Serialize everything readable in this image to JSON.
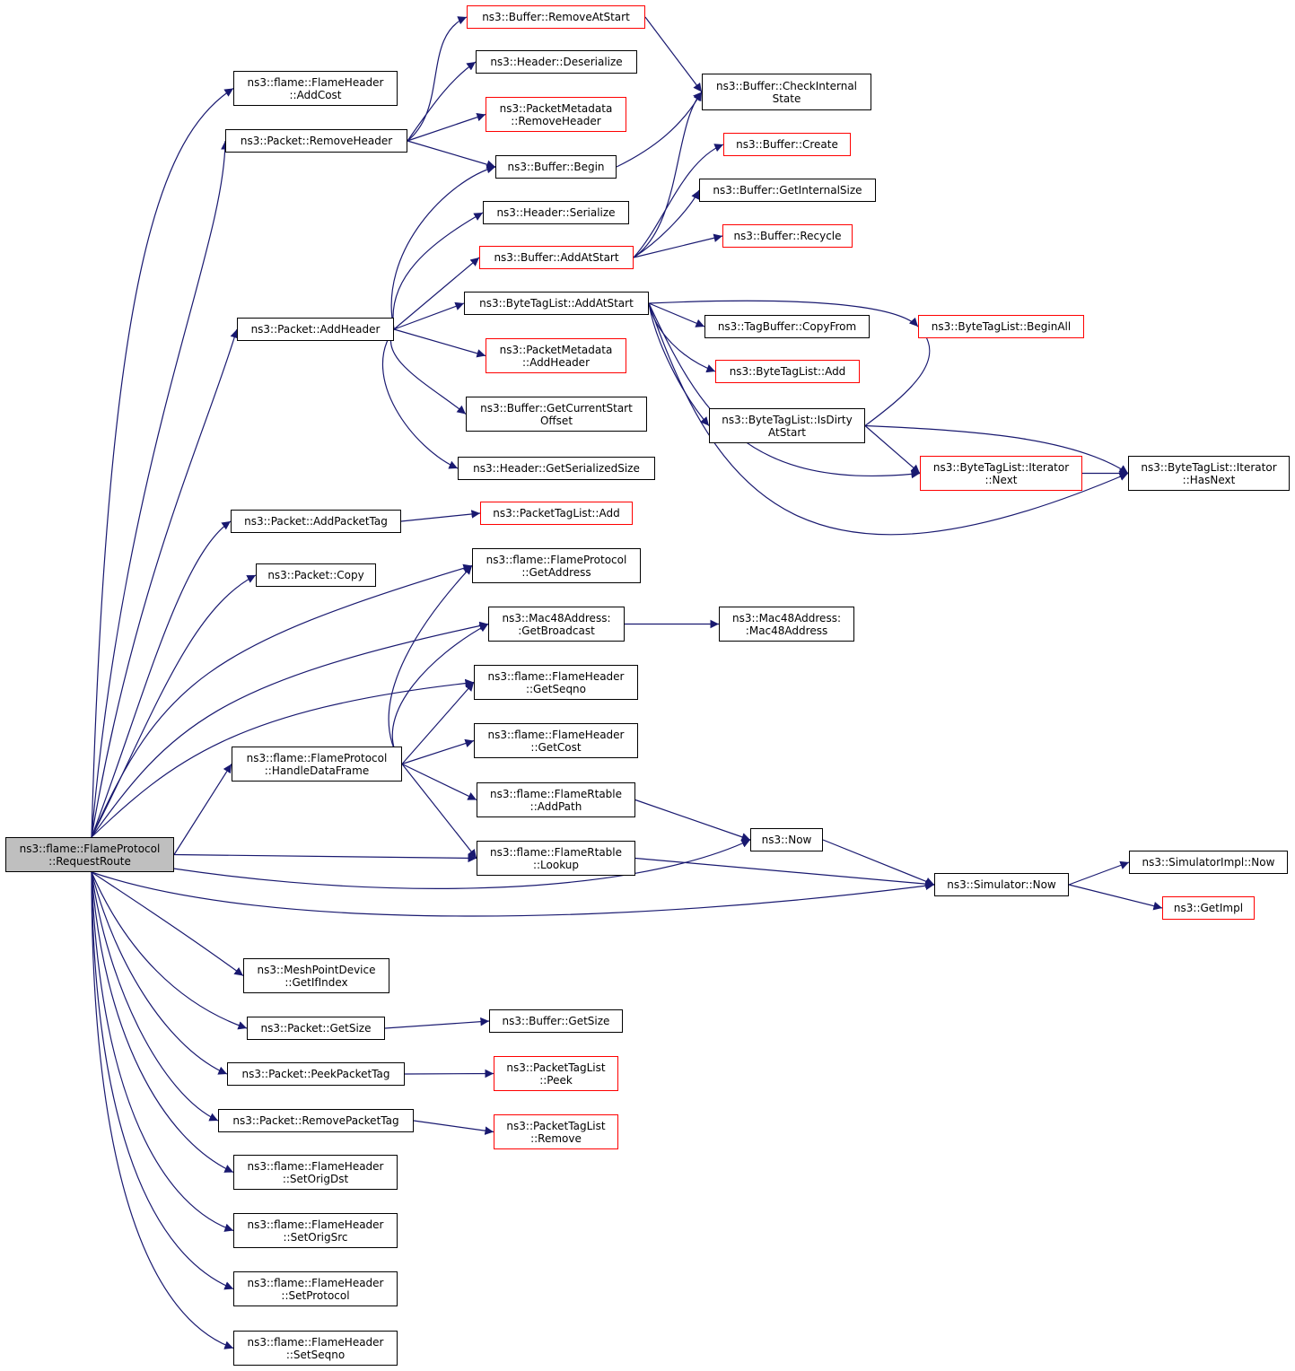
{
  "colors": {
    "edge": "#191970",
    "border": "#000000",
    "border_incomplete": "#ff0000",
    "root_fill": "#bfbfbf"
  },
  "nodes": [
    {
      "id": "root",
      "lines": [
        "ns3::flame::FlameProtocol",
        "::RequestRoute"
      ],
      "style": "root"
    },
    {
      "id": "fh_addcost",
      "lines": [
        "ns3::flame::FlameHeader",
        "::AddCost"
      ]
    },
    {
      "id": "pkt_removeheader",
      "lines": [
        "ns3::Packet::RemoveHeader"
      ]
    },
    {
      "id": "pkt_addheader",
      "lines": [
        "ns3::Packet::AddHeader"
      ]
    },
    {
      "id": "pkt_addpackettag",
      "lines": [
        "ns3::Packet::AddPacketTag"
      ]
    },
    {
      "id": "pkt_copy",
      "lines": [
        "ns3::Packet::Copy"
      ]
    },
    {
      "id": "fp_handledataframe",
      "lines": [
        "ns3::flame::FlameProtocol",
        "::HandleDataFrame"
      ]
    },
    {
      "id": "mpd_getifindex",
      "lines": [
        "ns3::MeshPointDevice",
        "::GetIfIndex"
      ]
    },
    {
      "id": "pkt_getsize",
      "lines": [
        "ns3::Packet::GetSize"
      ]
    },
    {
      "id": "pkt_peekpackettag",
      "lines": [
        "ns3::Packet::PeekPacketTag"
      ]
    },
    {
      "id": "pkt_removepackettag",
      "lines": [
        "ns3::Packet::RemovePacketTag"
      ]
    },
    {
      "id": "fh_setorigdst",
      "lines": [
        "ns3::flame::FlameHeader",
        "::SetOrigDst"
      ]
    },
    {
      "id": "fh_setorigsrc",
      "lines": [
        "ns3::flame::FlameHeader",
        "::SetOrigSrc"
      ]
    },
    {
      "id": "fh_setprotocol",
      "lines": [
        "ns3::flame::FlameHeader",
        "::SetProtocol"
      ]
    },
    {
      "id": "fh_setseqno",
      "lines": [
        "ns3::flame::FlameHeader",
        "::SetSeqno"
      ]
    },
    {
      "id": "buf_removeatstart",
      "lines": [
        "ns3::Buffer::RemoveAtStart"
      ],
      "style": "red"
    },
    {
      "id": "hdr_deserialize",
      "lines": [
        "ns3::Header::Deserialize"
      ]
    },
    {
      "id": "pm_removeheader",
      "lines": [
        "ns3::PacketMetadata",
        "::RemoveHeader"
      ],
      "style": "red"
    },
    {
      "id": "buf_begin",
      "lines": [
        "ns3::Buffer::Begin"
      ]
    },
    {
      "id": "hdr_serialize",
      "lines": [
        "ns3::Header::Serialize"
      ]
    },
    {
      "id": "buf_addatstart",
      "lines": [
        "ns3::Buffer::AddAtStart"
      ],
      "style": "red"
    },
    {
      "id": "btl_addatstart",
      "lines": [
        "ns3::ByteTagList::AddAtStart"
      ]
    },
    {
      "id": "pm_addheader",
      "lines": [
        "ns3::PacketMetadata",
        "::AddHeader"
      ],
      "style": "red"
    },
    {
      "id": "buf_getcurrentstartoffset",
      "lines": [
        "ns3::Buffer::GetCurrentStart",
        "Offset"
      ]
    },
    {
      "id": "hdr_getserializedsize",
      "lines": [
        "ns3::Header::GetSerializedSize"
      ]
    },
    {
      "id": "ptl_add",
      "lines": [
        "ns3::PacketTagList::Add"
      ],
      "style": "red"
    },
    {
      "id": "fp_getaddress",
      "lines": [
        "ns3::flame::FlameProtocol",
        "::GetAddress"
      ]
    },
    {
      "id": "mac_getbroadcast",
      "lines": [
        "ns3::Mac48Address:",
        ":GetBroadcast"
      ]
    },
    {
      "id": "fh_getseqno",
      "lines": [
        "ns3::flame::FlameHeader",
        "::GetSeqno"
      ]
    },
    {
      "id": "fh_getcost",
      "lines": [
        "ns3::flame::FlameHeader",
        "::GetCost"
      ]
    },
    {
      "id": "frt_addpath",
      "lines": [
        "ns3::flame::FlameRtable",
        "::AddPath"
      ]
    },
    {
      "id": "frt_lookup",
      "lines": [
        "ns3::flame::FlameRtable",
        "::Lookup"
      ]
    },
    {
      "id": "buf_getsize",
      "lines": [
        "ns3::Buffer::GetSize"
      ]
    },
    {
      "id": "ptl_peek",
      "lines": [
        "ns3::PacketTagList",
        "::Peek"
      ],
      "style": "red"
    },
    {
      "id": "ptl_remove",
      "lines": [
        "ns3::PacketTagList",
        "::Remove"
      ],
      "style": "red"
    },
    {
      "id": "buf_checkinternalstate",
      "lines": [
        "ns3::Buffer::CheckInternal",
        "State"
      ]
    },
    {
      "id": "buf_create",
      "lines": [
        "ns3::Buffer::Create"
      ],
      "style": "red"
    },
    {
      "id": "buf_getinternalsize",
      "lines": [
        "ns3::Buffer::GetInternalSize"
      ]
    },
    {
      "id": "buf_recycle",
      "lines": [
        "ns3::Buffer::Recycle"
      ],
      "style": "red"
    },
    {
      "id": "tb_copyfrom",
      "lines": [
        "ns3::TagBuffer::CopyFrom"
      ]
    },
    {
      "id": "btl_add",
      "lines": [
        "ns3::ByteTagList::Add"
      ],
      "style": "red"
    },
    {
      "id": "btl_isdirtyatstart",
      "lines": [
        "ns3::ByteTagList::IsDirty",
        "AtStart"
      ]
    },
    {
      "id": "mac_mac48address",
      "lines": [
        "ns3::Mac48Address:",
        ":Mac48Address"
      ]
    },
    {
      "id": "ns3_now",
      "lines": [
        "ns3::Now"
      ]
    },
    {
      "id": "btl_beginall",
      "lines": [
        "ns3::ByteTagList::BeginAll"
      ],
      "style": "red"
    },
    {
      "id": "btl_iter_next",
      "lines": [
        "ns3::ByteTagList::Iterator",
        "::Next"
      ],
      "style": "red"
    },
    {
      "id": "sim_now",
      "lines": [
        "ns3::Simulator::Now"
      ]
    },
    {
      "id": "btl_iter_hasnext",
      "lines": [
        "ns3::ByteTagList::Iterator",
        "::HasNext"
      ]
    },
    {
      "id": "simimpl_now",
      "lines": [
        "ns3::SimulatorImpl::Now"
      ]
    },
    {
      "id": "ns3_getimpl",
      "lines": [
        "ns3::GetImpl"
      ],
      "style": "red"
    }
  ],
  "edges": [
    {
      "from": "root",
      "to": "fh_addcost"
    },
    {
      "from": "root",
      "to": "pkt_removeheader"
    },
    {
      "from": "root",
      "to": "pkt_addheader"
    },
    {
      "from": "root",
      "to": "pkt_addpackettag"
    },
    {
      "from": "root",
      "to": "pkt_copy"
    },
    {
      "from": "root",
      "to": "fp_getaddress"
    },
    {
      "from": "root",
      "to": "mac_getbroadcast"
    },
    {
      "from": "root",
      "to": "fh_getseqno"
    },
    {
      "from": "root",
      "to": "fp_handledataframe"
    },
    {
      "from": "root",
      "to": "frt_lookup"
    },
    {
      "from": "root",
      "to": "ns3_now"
    },
    {
      "from": "root",
      "to": "sim_now"
    },
    {
      "from": "root",
      "to": "mpd_getifindex"
    },
    {
      "from": "root",
      "to": "pkt_getsize"
    },
    {
      "from": "root",
      "to": "pkt_peekpackettag"
    },
    {
      "from": "root",
      "to": "pkt_removepackettag"
    },
    {
      "from": "root",
      "to": "fh_setorigdst"
    },
    {
      "from": "root",
      "to": "fh_setorigsrc"
    },
    {
      "from": "root",
      "to": "fh_setprotocol"
    },
    {
      "from": "root",
      "to": "fh_setseqno"
    },
    {
      "from": "pkt_removeheader",
      "to": "buf_removeatstart"
    },
    {
      "from": "pkt_removeheader",
      "to": "hdr_deserialize"
    },
    {
      "from": "pkt_removeheader",
      "to": "pm_removeheader"
    },
    {
      "from": "pkt_removeheader",
      "to": "buf_begin"
    },
    {
      "from": "pkt_addheader",
      "to": "buf_begin"
    },
    {
      "from": "pkt_addheader",
      "to": "hdr_serialize"
    },
    {
      "from": "pkt_addheader",
      "to": "buf_addatstart"
    },
    {
      "from": "pkt_addheader",
      "to": "btl_addatstart"
    },
    {
      "from": "pkt_addheader",
      "to": "pm_addheader"
    },
    {
      "from": "pkt_addheader",
      "to": "buf_getcurrentstartoffset"
    },
    {
      "from": "pkt_addheader",
      "to": "hdr_getserializedsize"
    },
    {
      "from": "pkt_addpackettag",
      "to": "ptl_add"
    },
    {
      "from": "fp_handledataframe",
      "to": "fp_getaddress"
    },
    {
      "from": "fp_handledataframe",
      "to": "mac_getbroadcast"
    },
    {
      "from": "fp_handledataframe",
      "to": "fh_getseqno"
    },
    {
      "from": "fp_handledataframe",
      "to": "fh_getcost"
    },
    {
      "from": "fp_handledataframe",
      "to": "frt_addpath"
    },
    {
      "from": "fp_handledataframe",
      "to": "frt_lookup"
    },
    {
      "from": "pkt_getsize",
      "to": "buf_getsize"
    },
    {
      "from": "pkt_peekpackettag",
      "to": "ptl_peek"
    },
    {
      "from": "pkt_removepackettag",
      "to": "ptl_remove"
    },
    {
      "from": "buf_removeatstart",
      "to": "buf_checkinternalstate"
    },
    {
      "from": "buf_begin",
      "to": "buf_checkinternalstate"
    },
    {
      "from": "buf_addatstart",
      "to": "buf_checkinternalstate"
    },
    {
      "from": "buf_addatstart",
      "to": "buf_create"
    },
    {
      "from": "buf_addatstart",
      "to": "buf_getinternalsize"
    },
    {
      "from": "buf_addatstart",
      "to": "buf_recycle"
    },
    {
      "from": "btl_addatstart",
      "to": "btl_beginall"
    },
    {
      "from": "btl_addatstart",
      "to": "tb_copyfrom"
    },
    {
      "from": "btl_addatstart",
      "to": "btl_add"
    },
    {
      "from": "btl_addatstart",
      "to": "btl_isdirtyatstart"
    },
    {
      "from": "btl_addatstart",
      "to": "btl_iter_next"
    },
    {
      "from": "btl_addatstart",
      "to": "btl_iter_hasnext"
    },
    {
      "from": "btl_isdirtyatstart",
      "to": "btl_beginall"
    },
    {
      "from": "btl_isdirtyatstart",
      "to": "btl_iter_next"
    },
    {
      "from": "btl_isdirtyatstart",
      "to": "btl_iter_hasnext"
    },
    {
      "from": "btl_iter_next",
      "to": "btl_iter_hasnext"
    },
    {
      "from": "mac_getbroadcast",
      "to": "mac_mac48address"
    },
    {
      "from": "frt_addpath",
      "to": "ns3_now"
    },
    {
      "from": "frt_lookup",
      "to": "sim_now"
    },
    {
      "from": "ns3_now",
      "to": "sim_now"
    },
    {
      "from": "sim_now",
      "to": "simimpl_now"
    },
    {
      "from": "sim_now",
      "to": "ns3_getimpl"
    }
  ]
}
